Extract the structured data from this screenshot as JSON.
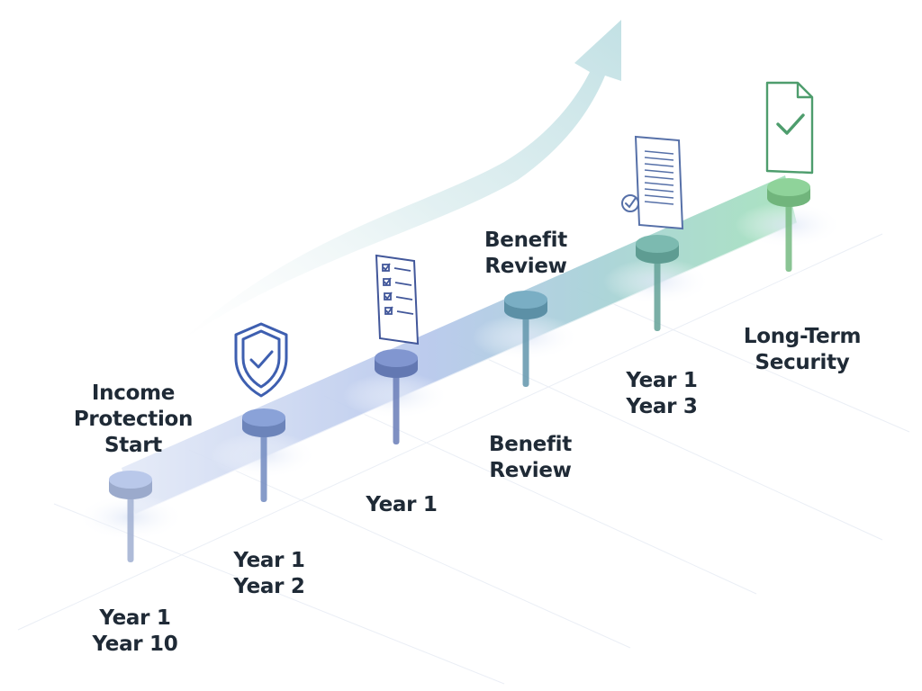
{
  "milestones": [
    {
      "top_lines": [
        "Income",
        "Protection",
        "Start"
      ],
      "bottom_lines": [
        "Year 1",
        "Year 10"
      ],
      "icon": "",
      "color": "#b9c8ea"
    },
    {
      "top_lines": [],
      "bottom_lines": [
        "Year 1",
        "Year 2"
      ],
      "icon": "shield-check-icon",
      "color": "#8aa2d8"
    },
    {
      "top_lines": [],
      "bottom_lines": [
        "Year 1"
      ],
      "icon": "checklist-icon",
      "color": "#8196d0"
    },
    {
      "top_lines": [
        "Benefit",
        "Review"
      ],
      "bottom_lines": [
        "Benefit",
        "Review"
      ],
      "icon": "",
      "color": "#7aaec4"
    },
    {
      "top_lines": [],
      "bottom_lines": [
        "Year 1",
        "Year 3"
      ],
      "icon": "document-check-icon",
      "color": "#7cbab0"
    },
    {
      "top_lines": [],
      "bottom_lines": [
        "Long-Term",
        "Security"
      ],
      "icon": "document-check-green-icon",
      "color": "#8fd39a"
    }
  ],
  "colors": {
    "track_start": "#d9e2f6",
    "track_end": "#a7e0bb",
    "arrow": "#cfe6ea",
    "text": "#1f2a36"
  },
  "icons": {
    "growth_arrow": "growth-arrow-icon"
  }
}
